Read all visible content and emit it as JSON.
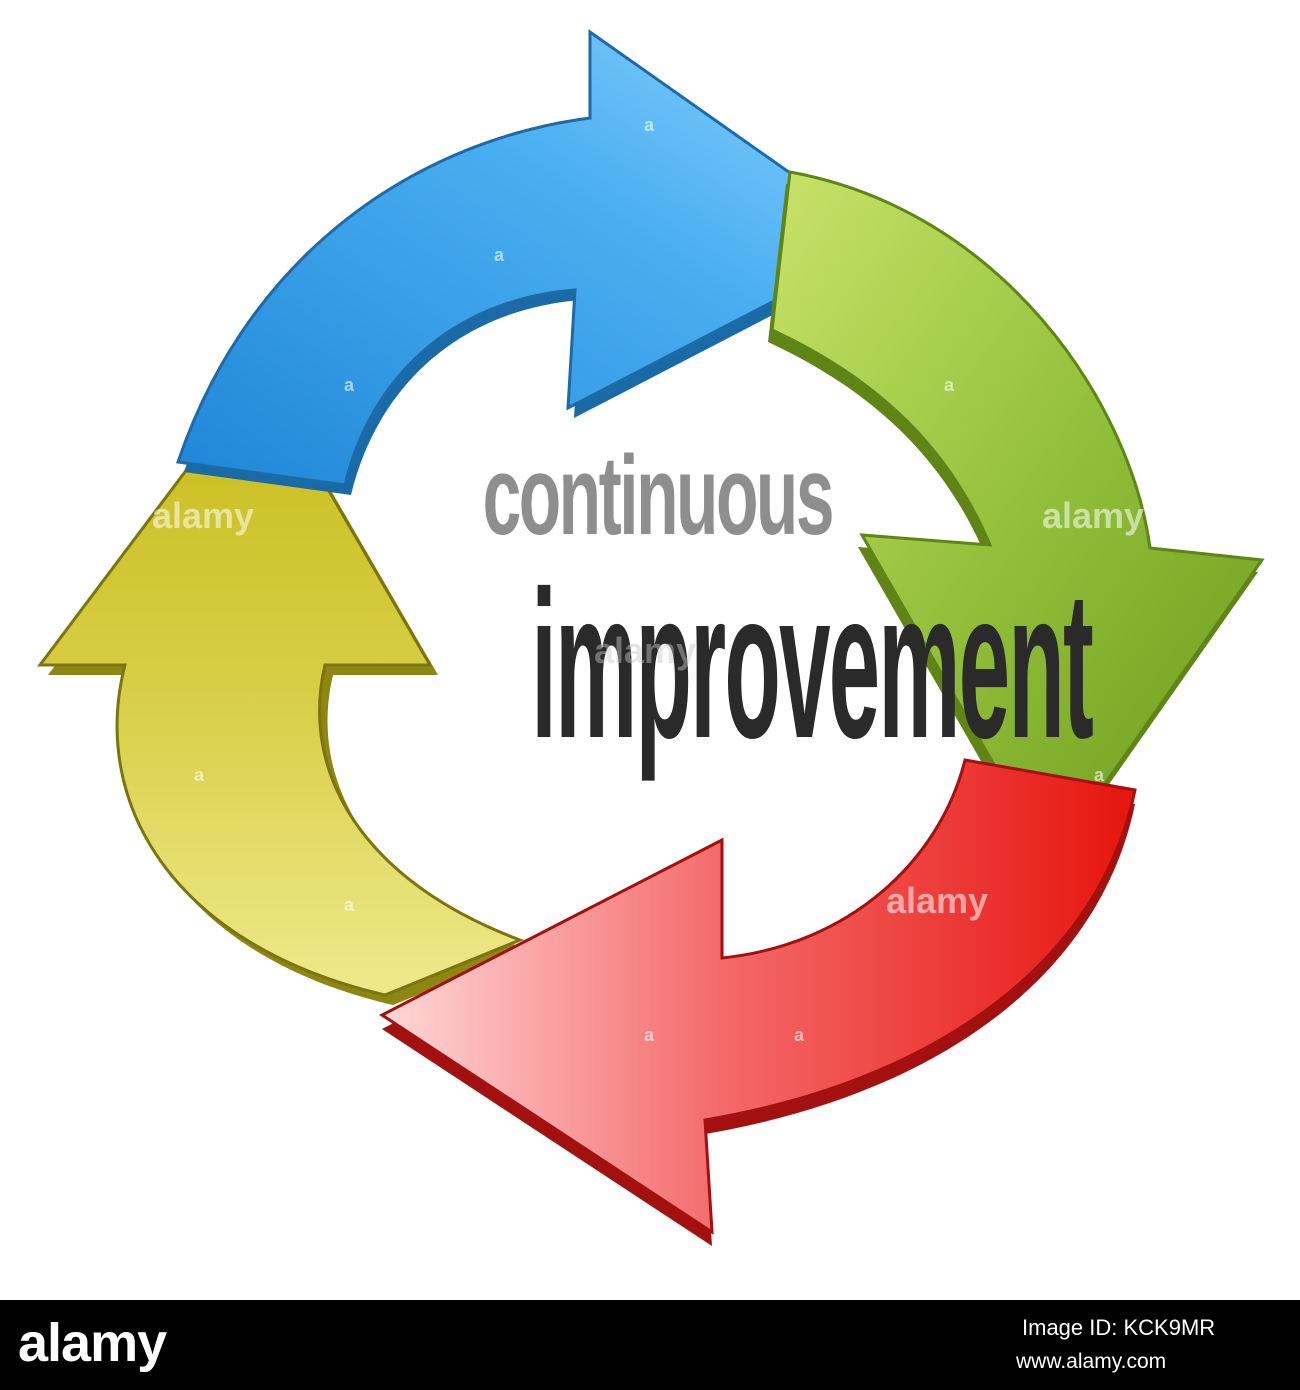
{
  "diagram": {
    "title_line1": "continuous",
    "title_line2": "improvement",
    "arrows": [
      {
        "name": "blue",
        "color": "#5ab4ea"
      },
      {
        "name": "green",
        "color": "#8fbe2a"
      },
      {
        "name": "red",
        "color": "#ee2a22"
      },
      {
        "name": "yellow",
        "color": "#d0c63a"
      }
    ]
  },
  "watermarks": {
    "word": "alamy",
    "letter": "a"
  },
  "footer": {
    "logo": "alamy",
    "image_id": "Image ID: KCK9MR",
    "url": "www.alamy.com"
  }
}
